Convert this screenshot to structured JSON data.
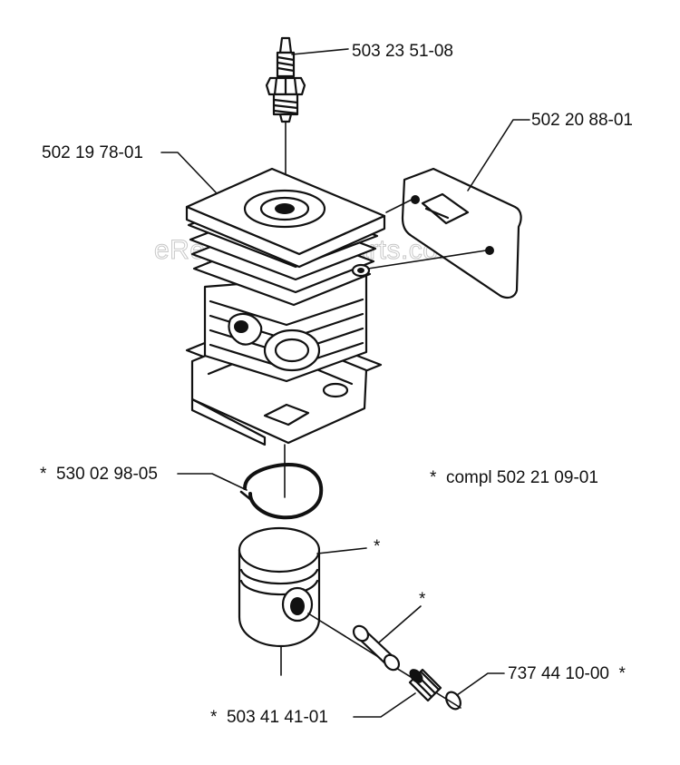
{
  "watermark": "eReplacementParts.com",
  "labels": {
    "spark_plug": "503 23 51-08",
    "cylinder": "502 19 78-01",
    "gasket": "502 20 88-01",
    "piston_ring": "*  530 02 98-05",
    "complete": "*  compl 502 21 09-01",
    "piston": "*",
    "piston_pin": "*",
    "needle_bearing": "*  503 41 41-01",
    "circlip": "737 44 10-00  *"
  }
}
